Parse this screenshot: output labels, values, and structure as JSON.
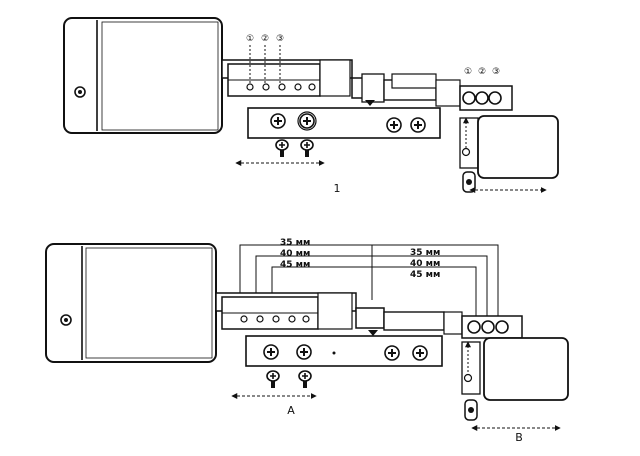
{
  "figure1": {
    "caption": "1",
    "hole_markers_left": [
      "①",
      "②",
      "③"
    ],
    "hole_markers_right": [
      "①",
      "②",
      "③"
    ]
  },
  "figure2": {
    "dimensions_left": [
      "35 мм",
      "40 мм",
      "45 мм"
    ],
    "dimensions_right": [
      "35 мм",
      "40 мм",
      "45 мм"
    ],
    "label_a": "A",
    "label_b": "B"
  }
}
